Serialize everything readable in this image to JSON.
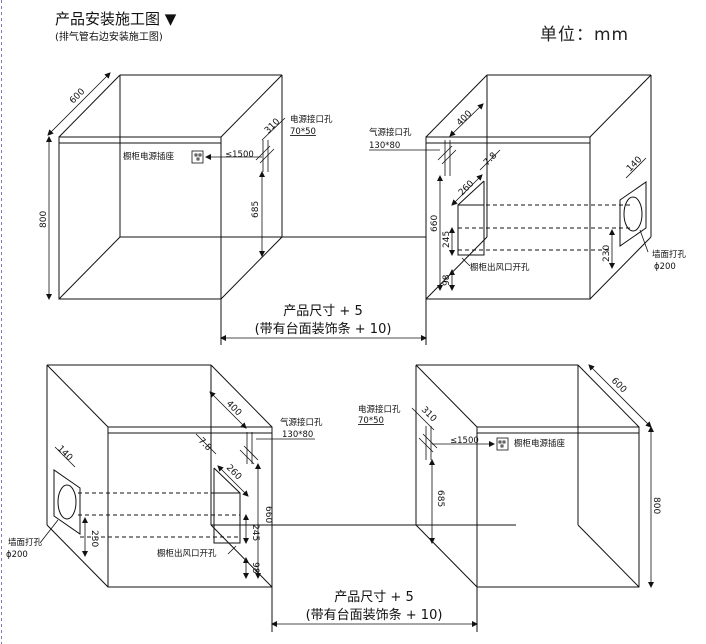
{
  "header": {
    "title": "产品安装施工图 ▼",
    "subtitle": "(排气管右边安装施工图)",
    "unit": "单位：mm"
  },
  "top_figure": {
    "left_cabinet": {
      "depth": "600",
      "height": "800",
      "dim_310": "310",
      "power_hole_label": "电源接口孔",
      "power_hole_size": "70*50",
      "socket_label": "橱柜电源插座",
      "le1500": "≤1500",
      "dim_685": "685"
    },
    "right_cabinet": {
      "gas_hole_label": "气源接口孔",
      "gas_hole_size": "130*80",
      "dim_400": "400",
      "dim_78": "7.8",
      "dim_260": "260",
      "dim_660": "660",
      "dim_245": "245",
      "dim_98": "98",
      "dim_140": "140",
      "dim_230": "230",
      "outlet_label": "橱柜出风口开孔",
      "wall_hole_label": "墙面打孔",
      "wall_hole_size": "ϕ200"
    },
    "product_size": "产品尺寸 + 5",
    "with_countertop": "(带有台面装饰条 + 10)"
  },
  "bottom_figure": {
    "left_cabinet": {
      "dim_400": "400",
      "gas_hole_label": "气源接口孔",
      "gas_hole_size": "130*80",
      "dim_78": "7.8",
      "dim_260": "260",
      "dim_660": "660",
      "dim_245": "245",
      "dim_98": "98",
      "dim_140": "140",
      "dim_230": "230",
      "outlet_label": "橱柜出风口开孔",
      "wall_hole_label": "墙面打孔",
      "wall_hole_size": "ϕ200"
    },
    "right_cabinet": {
      "depth": "600",
      "height": "800",
      "dim_310": "310",
      "power_hole_label": "电源接口孔",
      "power_hole_size": "70*50",
      "socket_label": "橱柜电源插座",
      "le1500": "≤1500",
      "dim_685": "685"
    },
    "product_size": "产品尺寸 + 5",
    "with_countertop": "(带有台面装饰条 + 10)"
  }
}
